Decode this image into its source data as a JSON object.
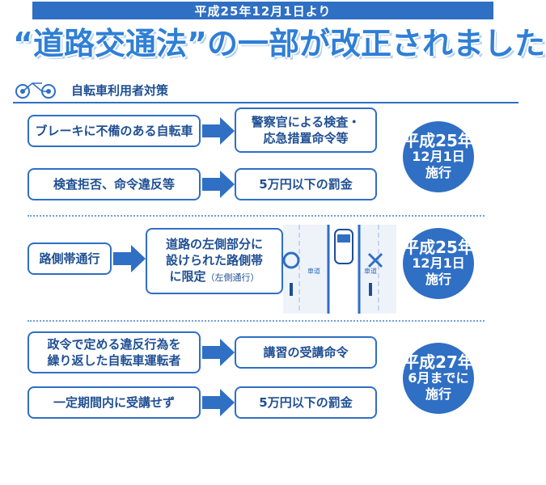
{
  "banner": "平成25年12月1日より",
  "headline": "“道路交通法”の一部が改正されました",
  "section": {
    "title": "自転車利用者対策"
  },
  "group1": {
    "row1": {
      "left": "ブレーキに不備のある自転車",
      "right_line1": "警察官による検査・",
      "right_line2": "応急措置命令等"
    },
    "row2": {
      "left": "検査拒否、命令違反等",
      "right": "5万円以下の罰金"
    },
    "badge": {
      "line1": "平成25年",
      "line2": "12月1日",
      "line3": "施行"
    }
  },
  "group2": {
    "left": "路側帯通行",
    "right_line1": "道路の左側部分に",
    "right_line2": "設けられた路側帯",
    "right_line3": "に限定",
    "right_note": "（左側通行）",
    "diagram": {
      "lane_label_left": "車道",
      "lane_label_right": "車道"
    },
    "badge": {
      "line1": "平成25年",
      "line2": "12月1日",
      "line3": "施行"
    }
  },
  "group3": {
    "row1": {
      "left_line1": "政令で定める違反行為を",
      "left_line2": "繰り返した自転車運転者",
      "right": "講習の受講命令"
    },
    "row2": {
      "left": "一定期間内に受講せず",
      "right": "5万円以下の罰金"
    },
    "badge": {
      "line1": "平成27年",
      "line2": "6月までに",
      "line3": "施行"
    }
  },
  "colors": {
    "primary": "#2f6fc4",
    "text": "#1f4f93",
    "headline": "#2f7fd6"
  }
}
